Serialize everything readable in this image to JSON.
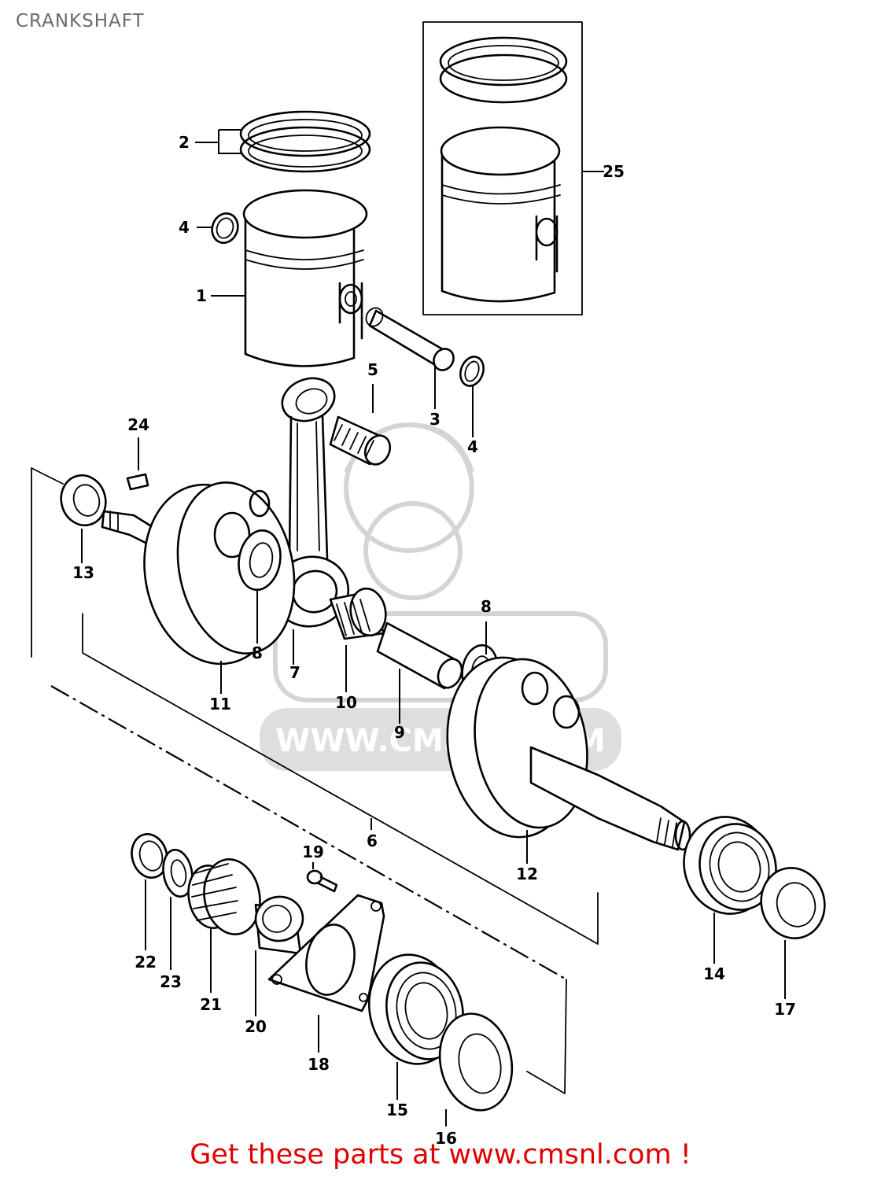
{
  "page": {
    "title": "CRANKSHAFT",
    "footer": "Get these parts at www.cmsnl.com !",
    "footer_color": "#e00000"
  },
  "watermark": {
    "text": "WWW.CMSNL.COM"
  },
  "callouts": [
    {
      "id": "1",
      "text": "1"
    },
    {
      "id": "2",
      "text": "2"
    },
    {
      "id": "3",
      "text": "3"
    },
    {
      "id": "4a",
      "text": "4"
    },
    {
      "id": "4b",
      "text": "4"
    },
    {
      "id": "5",
      "text": "5"
    },
    {
      "id": "6",
      "text": "6"
    },
    {
      "id": "7",
      "text": "7"
    },
    {
      "id": "8a",
      "text": "8"
    },
    {
      "id": "8b",
      "text": "8"
    },
    {
      "id": "9",
      "text": "9"
    },
    {
      "id": "10",
      "text": "10"
    },
    {
      "id": "11",
      "text": "11"
    },
    {
      "id": "12",
      "text": "12"
    },
    {
      "id": "13",
      "text": "13"
    },
    {
      "id": "14",
      "text": "14"
    },
    {
      "id": "15",
      "text": "15"
    },
    {
      "id": "16",
      "text": "16"
    },
    {
      "id": "17",
      "text": "17"
    },
    {
      "id": "18",
      "text": "18"
    },
    {
      "id": "19",
      "text": "19"
    },
    {
      "id": "20",
      "text": "20"
    },
    {
      "id": "21",
      "text": "21"
    },
    {
      "id": "22",
      "text": "22"
    },
    {
      "id": "23",
      "text": "23"
    },
    {
      "id": "24",
      "text": "24"
    },
    {
      "id": "25",
      "text": "25"
    }
  ]
}
